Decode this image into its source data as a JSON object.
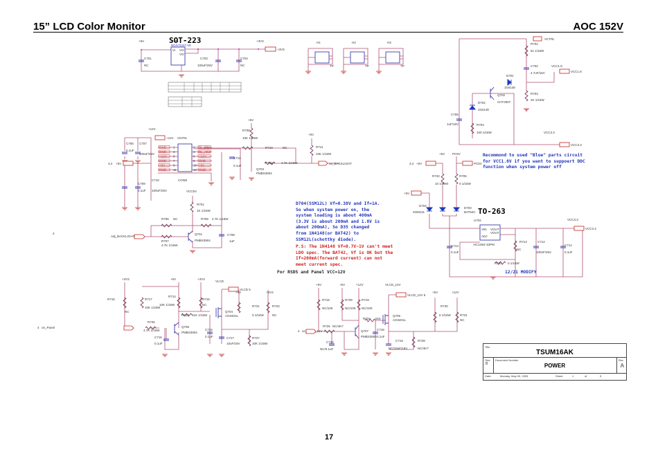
{
  "header": {
    "title": "15” LCD Color Monitor",
    "model": "AOC 152V"
  },
  "packages": {
    "sot223": "SOT-223",
    "to263": "TO-263"
  },
  "notes": {
    "d704": "D704(SSM12L) Vf=0.38V and If=1A.\nSo when system power on, the\nsystem loading is about 400mA\n(3.3V is about 200mA and 1.8V is\nabout 200mA), So D35 changed\nfrom 1N4148(or BAT42) to\nSSM12L(schottky diode).",
    "ps": "P.S: The 1N4148 Vf=0.7V~1V can't meet\nLDO spec. The BAT42, Vf is OK but the\nIf=200mA(forward current) can not\nmeet current spec.",
    "recommend": "Recommond to used \"Blue\" parts circuit\nfor VCC1.8V if you want to suppoert DDC\nfunction when system power off",
    "rsds": "For RSDS and Panel VCC=12V",
    "modify": "12/21 MODIFY"
  },
  "labels": {
    "u701": "U701",
    "u701_part": "NC/LT1117-18",
    "vi": "VI",
    "vo": "VO",
    "gnd": "GND",
    "c701": "C701",
    "c701v": "NC",
    "c703": "C703",
    "c703v": "100uF/25V",
    "c704": "C704",
    "c704v": "NC",
    "p5v": "+5V",
    "p3v3": "+3V3",
    "h1": "H1",
    "h2": "H2",
    "h3": "H3",
    "tp": "TP",
    "vctrl": "VCTRL",
    "r702": "R702",
    "r702v": "51  1/16W",
    "c702": "C702",
    "c702v": "4.7uF/16V",
    "d701": "D701",
    "d701v": "1N4148",
    "vcc18": "VCC1.8",
    "r703": "R703",
    "r703v": "2K  1/16W",
    "q702": "Q702",
    "q702v": "CHT2907",
    "d702": "D702",
    "d702v": "1N4148",
    "c705": "C705",
    "c705v": "1uF/16V",
    "r704": "R704",
    "r704v": "100  1/16W",
    "vcc33": "VCC3.3",
    "four": "4",
    "p12v": "+12V",
    "cn701": "CN701",
    "conn": "CONN",
    "c706": "C706",
    "c706v": "0.1uF",
    "c707": "C707",
    "c707v": "100uF/25V",
    "c709": "C709",
    "c709v": "0.1uF",
    "c710": "C710",
    "c710v": "100uF/25V",
    "in34": "3,4",
    "r708": "R708",
    "r708v": "10K 1/16W",
    "r710": "R710",
    "r710v": "NC",
    "r712": "R712",
    "r712v": "4.7K  1/16W",
    "r711": "R711",
    "r711v": "10K  1/16W",
    "c711": "C711",
    "c711v": "0.1uF",
    "q703": "Q703",
    "q703v": "PMBS3904",
    "on_backlight": "on_BACKLIGHT",
    "vcc5v": "VCC5V",
    "r701": "R701",
    "r701v": "1K  1/16W",
    "r706": "R706",
    "r706v": "NC",
    "r709": "R709",
    "r709v": "4.7K  1/16W",
    "c708": "C708",
    "c708v": "1uF",
    "adj_backlight": "Adj_BACKLIGHT",
    "r707": "R707",
    "r707v": "4.7K  1/16W",
    "q701": "Q701",
    "q701v": "PMBS3904",
    "pc5v": "PC5V",
    "r732": "R732",
    "r732v": "10  1/16W",
    "r705": "R705",
    "r705v": "0  1/16W",
    "d704": "D704",
    "d704v": "SSM12L",
    "d703": "D703",
    "d703v": "BAT54C",
    "u702": "U702",
    "vin": "VIN",
    "vout": "VOUT",
    "adj": "ADJ",
    "u702_part": "AIC1084-33PM",
    "c713": "C713",
    "c713v": "0.1uF",
    "r713": "R713",
    "r713v": "NC",
    "c712": "C712",
    "c712v": "100uF/25V",
    "c714": "C714",
    "c714v": "0.1uF",
    "r720": "R720",
    "r720v": "0  1/16W",
    "r716": "R716",
    "r716v": "NC",
    "r717": "R717",
    "r717v": "10K  1/16W",
    "r714": "R714",
    "r714v": "10K  1/16W",
    "r715": "R715",
    "r715v": "NC",
    "vlcd": "VLCD",
    "vlcd5": "VLCD  5",
    "q704": "Q704",
    "q704v": "AO3401L",
    "r723": "R723",
    "r723v": "51K  1/16W",
    "on_panel": "on_Panel",
    "r725": "R725",
    "r725v": "4.7K  1/16W",
    "q706": "Q706",
    "q706v": "PMBS3904",
    "c716": "C716",
    "c716v": "0.1uF",
    "c715": "C715",
    "c715v": "0.1uF",
    "c717": "C717",
    "c717v": "10uF/16V",
    "r721": "R721",
    "r721v": "0  1/16W",
    "r722": "R722",
    "r722v": "NC",
    "r727": "R727",
    "r727v": "10K  1/16W",
    "on_panel_12v": "on_Panel_12V",
    "r718": "R718",
    "r718v": "NC/10K",
    "r729": "R729",
    "r729v": "NC/10K",
    "r719": "R719",
    "r719v": "NC/10K",
    "vlcd_12v": "VLCD_12V",
    "vlcd_12v5": "VLCD_12V  5",
    "q705": "Q705",
    "q705v": "AO3401L",
    "r724": "R724",
    "r724v": "51K",
    "r726": "R726",
    "r726v": "NC/4K7",
    "q707": "Q707",
    "q707v": "PMBS3904",
    "c718": "C718",
    "c718v": "0.1uF",
    "c720": "C720",
    "c720v": "NC/0.1uF",
    "c719": "C719",
    "c719v": "NC/10uF/16V",
    "r728": "R728",
    "r728v": "NC/4K7",
    "r730": "R730",
    "r730v": "0  1/16W",
    "r731": "R731",
    "r731v": "NC"
  },
  "connector_pins": {
    "left": [
      {
        "name": "GND",
        "num": "1"
      },
      {
        "name": "GND",
        "num": "3"
      },
      {
        "name": "+12V",
        "num": "5"
      },
      {
        "name": "GND",
        "num": "7"
      },
      {
        "name": "+5V",
        "num": "9"
      },
      {
        "name": "GND",
        "num": "11"
      }
    ],
    "right": [
      {
        "num": "2",
        "name": "BL_ON"
      },
      {
        "num": "4",
        "name": "BL_ADJ"
      },
      {
        "num": "6",
        "name": "+12V"
      },
      {
        "num": "8",
        "name": "GND"
      },
      {
        "num": "10",
        "name": "+5V"
      },
      {
        "num": "12",
        "name": "GND"
      }
    ]
  },
  "title_block": {
    "title_label": "Title",
    "title": "TSUM16AK",
    "size_label": "Size",
    "size": "B",
    "docnum_label": "Document Number",
    "docnum": "POWER",
    "rev_label": "Rev",
    "rev": "A",
    "date_label": "Date:",
    "date": "Monday, May 09, 2005",
    "sheet_label": "Sheet",
    "sheet": "1",
    "of_label": "of",
    "sheets": "5"
  },
  "page_number": "17"
}
